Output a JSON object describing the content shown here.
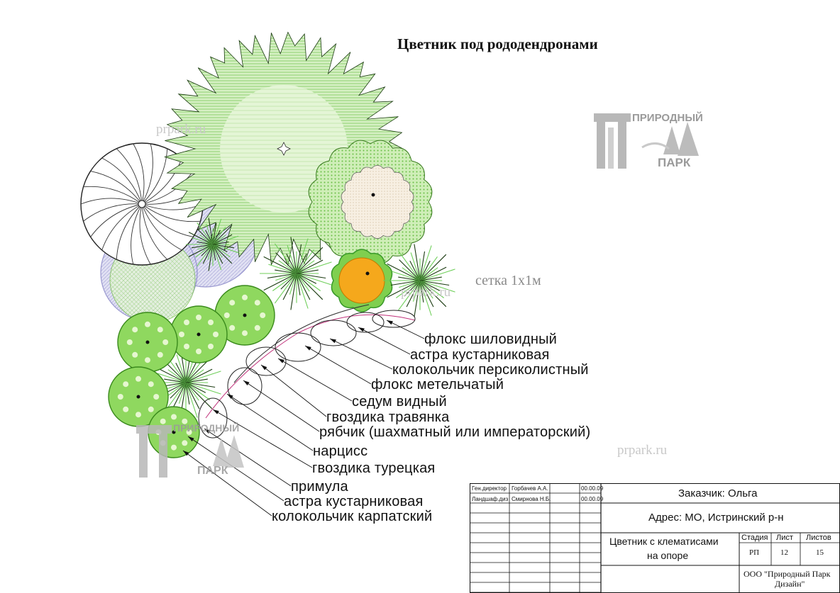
{
  "title": "Цветник под рододендронами",
  "grid_note": "сетка 1х1м",
  "watermark_texts": [
    "prpark.ru",
    "prpark.ru",
    "prpark.ru"
  ],
  "logo_top": {
    "line1": "ПРИРОДНЫЙ",
    "line2": "ПАРК"
  },
  "logo_bottom": {
    "line1": "ПРИРОДНЫЙ",
    "line2": "ПАРК"
  },
  "legend": [
    "флокс шиловидный",
    "астра кустарниковая",
    "колокольчик персиколистный",
    "флокс метельчатый",
    "седум видный",
    "гвоздика травянка",
    "рябчик (шахматный или императорский)",
    "нарцисс",
    "гвоздика турецкая",
    "примула",
    "астра кустарниковая",
    "колокольчик карпатский"
  ],
  "stamp": {
    "rows": [
      {
        "role": "Ген.директор",
        "name": "Горбачев А.А.",
        "date": "00.00.09"
      },
      {
        "role": "Ландшаф.диз",
        "name": "Смирнова Н.Б.",
        "date": "00.00.09"
      }
    ],
    "customer": "Заказчик: Ольга",
    "address": "Адрес: МО, Истринский р-н",
    "project_title_1": "Цветник с клематисами",
    "project_title_2": "на опоре",
    "stage_header": "Стадия",
    "sheet_header": "Лист",
    "sheets_header": "Листов",
    "stage": "РП",
    "sheet": "12",
    "sheets": "15",
    "company_1": "ООО \"Природный Парк",
    "company_2": "Дизайн\""
  },
  "colors": {
    "light_green": "#bfe6a8",
    "green": "#7fcf4f",
    "dark_green": "#3a9a2a",
    "orange": "#f5a81c",
    "lavender": "#b7b5e0",
    "grey_logo": "#b0b0b0",
    "line": "#111111",
    "pink_line": "#c0307a"
  }
}
